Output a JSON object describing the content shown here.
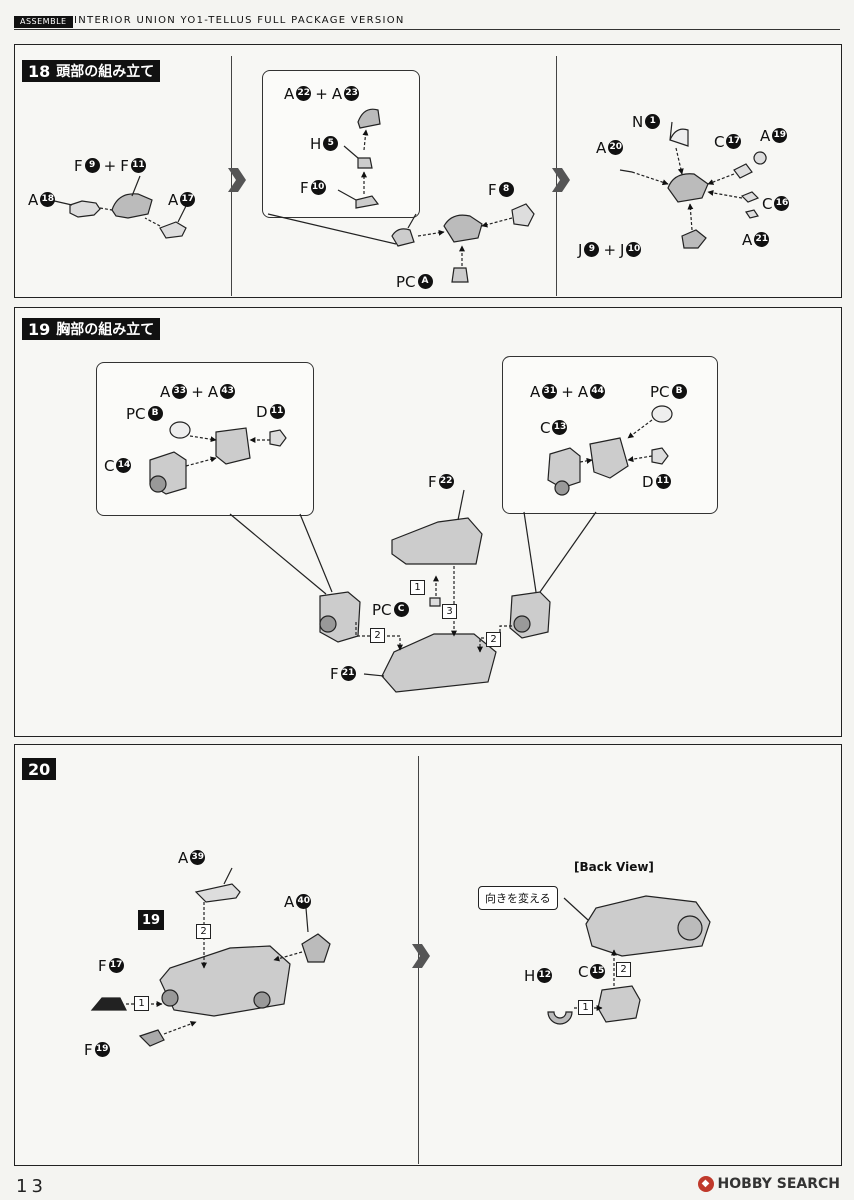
{
  "header": {
    "tag": "ASSEMBLE",
    "title": "INTERIOR UNION YO1-TELLUS FULL PACKAGE VERSION"
  },
  "step18": {
    "number": "18",
    "title": "頭部の組み立て",
    "labels": {
      "f9_f11": {
        "a": "F",
        "an": "9",
        "b": "F",
        "bn": "11"
      },
      "a18": {
        "a": "A",
        "an": "18"
      },
      "a17": {
        "a": "A",
        "an": "17"
      },
      "a22_a23": {
        "a": "A",
        "an": "22",
        "b": "A",
        "bn": "23"
      },
      "h5": {
        "a": "H",
        "an": "5"
      },
      "f10": {
        "a": "F",
        "an": "10"
      },
      "f8": {
        "a": "F",
        "an": "8"
      },
      "pca": {
        "a": "PC",
        "an": "A"
      },
      "n1": {
        "a": "N",
        "an": "1"
      },
      "a20": {
        "a": "A",
        "an": "20"
      },
      "c17": {
        "a": "C",
        "an": "17"
      },
      "a19": {
        "a": "A",
        "an": "19"
      },
      "c16": {
        "a": "C",
        "an": "16"
      },
      "a21": {
        "a": "A",
        "an": "21"
      },
      "j9_j10": {
        "a": "J",
        "an": "9",
        "b": "J",
        "bn": "10"
      }
    }
  },
  "step19": {
    "number": "19",
    "title": "胸部の組み立て",
    "labels": {
      "a33_a43": {
        "a": "A",
        "an": "33",
        "b": "A",
        "bn": "43"
      },
      "pcb_left": {
        "a": "PC",
        "an": "B"
      },
      "d11_left": {
        "a": "D",
        "an": "11"
      },
      "c14": {
        "a": "C",
        "an": "14"
      },
      "a31_a44": {
        "a": "A",
        "an": "31",
        "b": "A",
        "bn": "44"
      },
      "pcb_right": {
        "a": "PC",
        "an": "B"
      },
      "c13": {
        "a": "C",
        "an": "13"
      },
      "d11_right": {
        "a": "D",
        "an": "11"
      },
      "f22": {
        "a": "F",
        "an": "22"
      },
      "pcc": {
        "a": "PC",
        "an": "C"
      },
      "f21": {
        "a": "F",
        "an": "21"
      }
    },
    "order_boxes": [
      "1",
      "3",
      "2",
      "2"
    ]
  },
  "step20": {
    "number": "20",
    "labels": {
      "a39": {
        "a": "A",
        "an": "39"
      },
      "a40": {
        "a": "A",
        "an": "40"
      },
      "ref19": "19",
      "f17": {
        "a": "F",
        "an": "17"
      },
      "f19": {
        "a": "F",
        "an": "19"
      },
      "h12": {
        "a": "H",
        "an": "12"
      },
      "c15": {
        "a": "C",
        "an": "15"
      }
    },
    "order_boxes_left": [
      "2",
      "1"
    ],
    "order_boxes_right": [
      "2",
      "1"
    ],
    "back_view": "[Back View]",
    "callout": "向きを変える"
  },
  "footer": {
    "page_number": "13",
    "watermark": "HOBBY SEARCH"
  }
}
